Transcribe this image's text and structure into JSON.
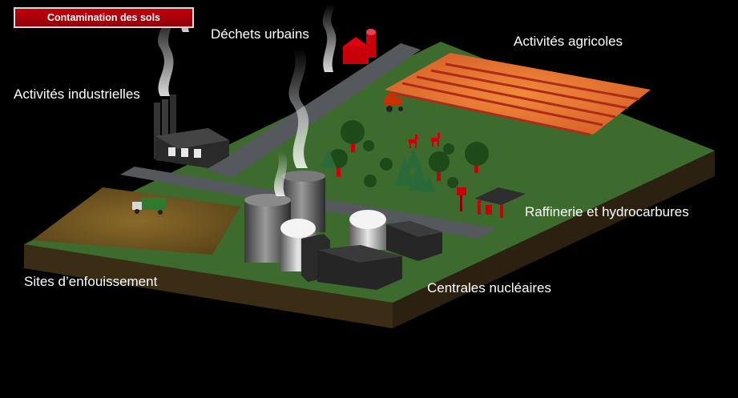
{
  "title": "Contamination des sols",
  "labels": {
    "dechets_urbains": "Déchets urbains",
    "activites_agricoles": "Activités agricoles",
    "activites_industrielles": "Activités industrielles",
    "raffinerie": "Raffinerie et hydrocarbures",
    "sites_enfouissement": "Sites d’enfouissement",
    "centrales_nucleaires": "Centrales nucléaires"
  },
  "colors": {
    "background": "#000000",
    "grass": "#3d6b2e",
    "road": "#55585c",
    "soil_side": "#3a2a14",
    "accent_red": "#c8000a",
    "field_orange": "#e8742a"
  }
}
